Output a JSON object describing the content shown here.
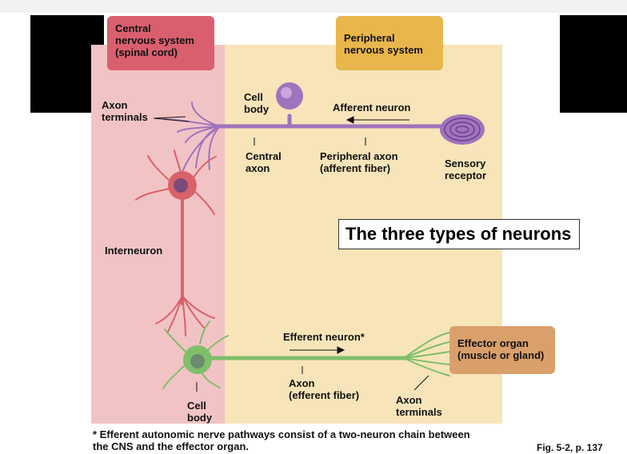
{
  "colors": {
    "cns_region": "#f2c3c5",
    "pns_region": "#f7e4b8",
    "cns_header": "#d95f6e",
    "pns_header": "#e8b64c",
    "effector": "#d9a06c",
    "afferent_neuron": "#a073bd",
    "interneuron": "#d9626a",
    "efferent_neuron": "#7fbf6a"
  },
  "headers": {
    "cns": "Central\nnervous system\n(spinal cord)",
    "pns": "Peripheral\nnervous system"
  },
  "labels": {
    "axon_terminals_top": "Axon\nterminals",
    "cell_body_top": "Cell\nbody",
    "afferent_neuron": "Afferent neuron",
    "central_axon": "Central\naxon",
    "peripheral_axon": "Peripheral axon\n(afferent fiber)",
    "sensory_receptor": "Sensory\nreceptor",
    "interneuron": "Interneuron",
    "efferent_neuron": "Efferent neuron*",
    "axon_efferent": "Axon\n(efferent fiber)",
    "axon_terminals_bottom": "Axon\nterminals",
    "cell_body_bottom": "Cell\nbody",
    "effector_organ": "Effector organ\n(muscle or gland)"
  },
  "title": "The three types of neurons",
  "footnote": "* Efferent autonomic nerve pathways consist of a two-neuron chain between\nthe CNS and the effector organ.",
  "figure_ref": "Fig. 5-2, p. 137"
}
